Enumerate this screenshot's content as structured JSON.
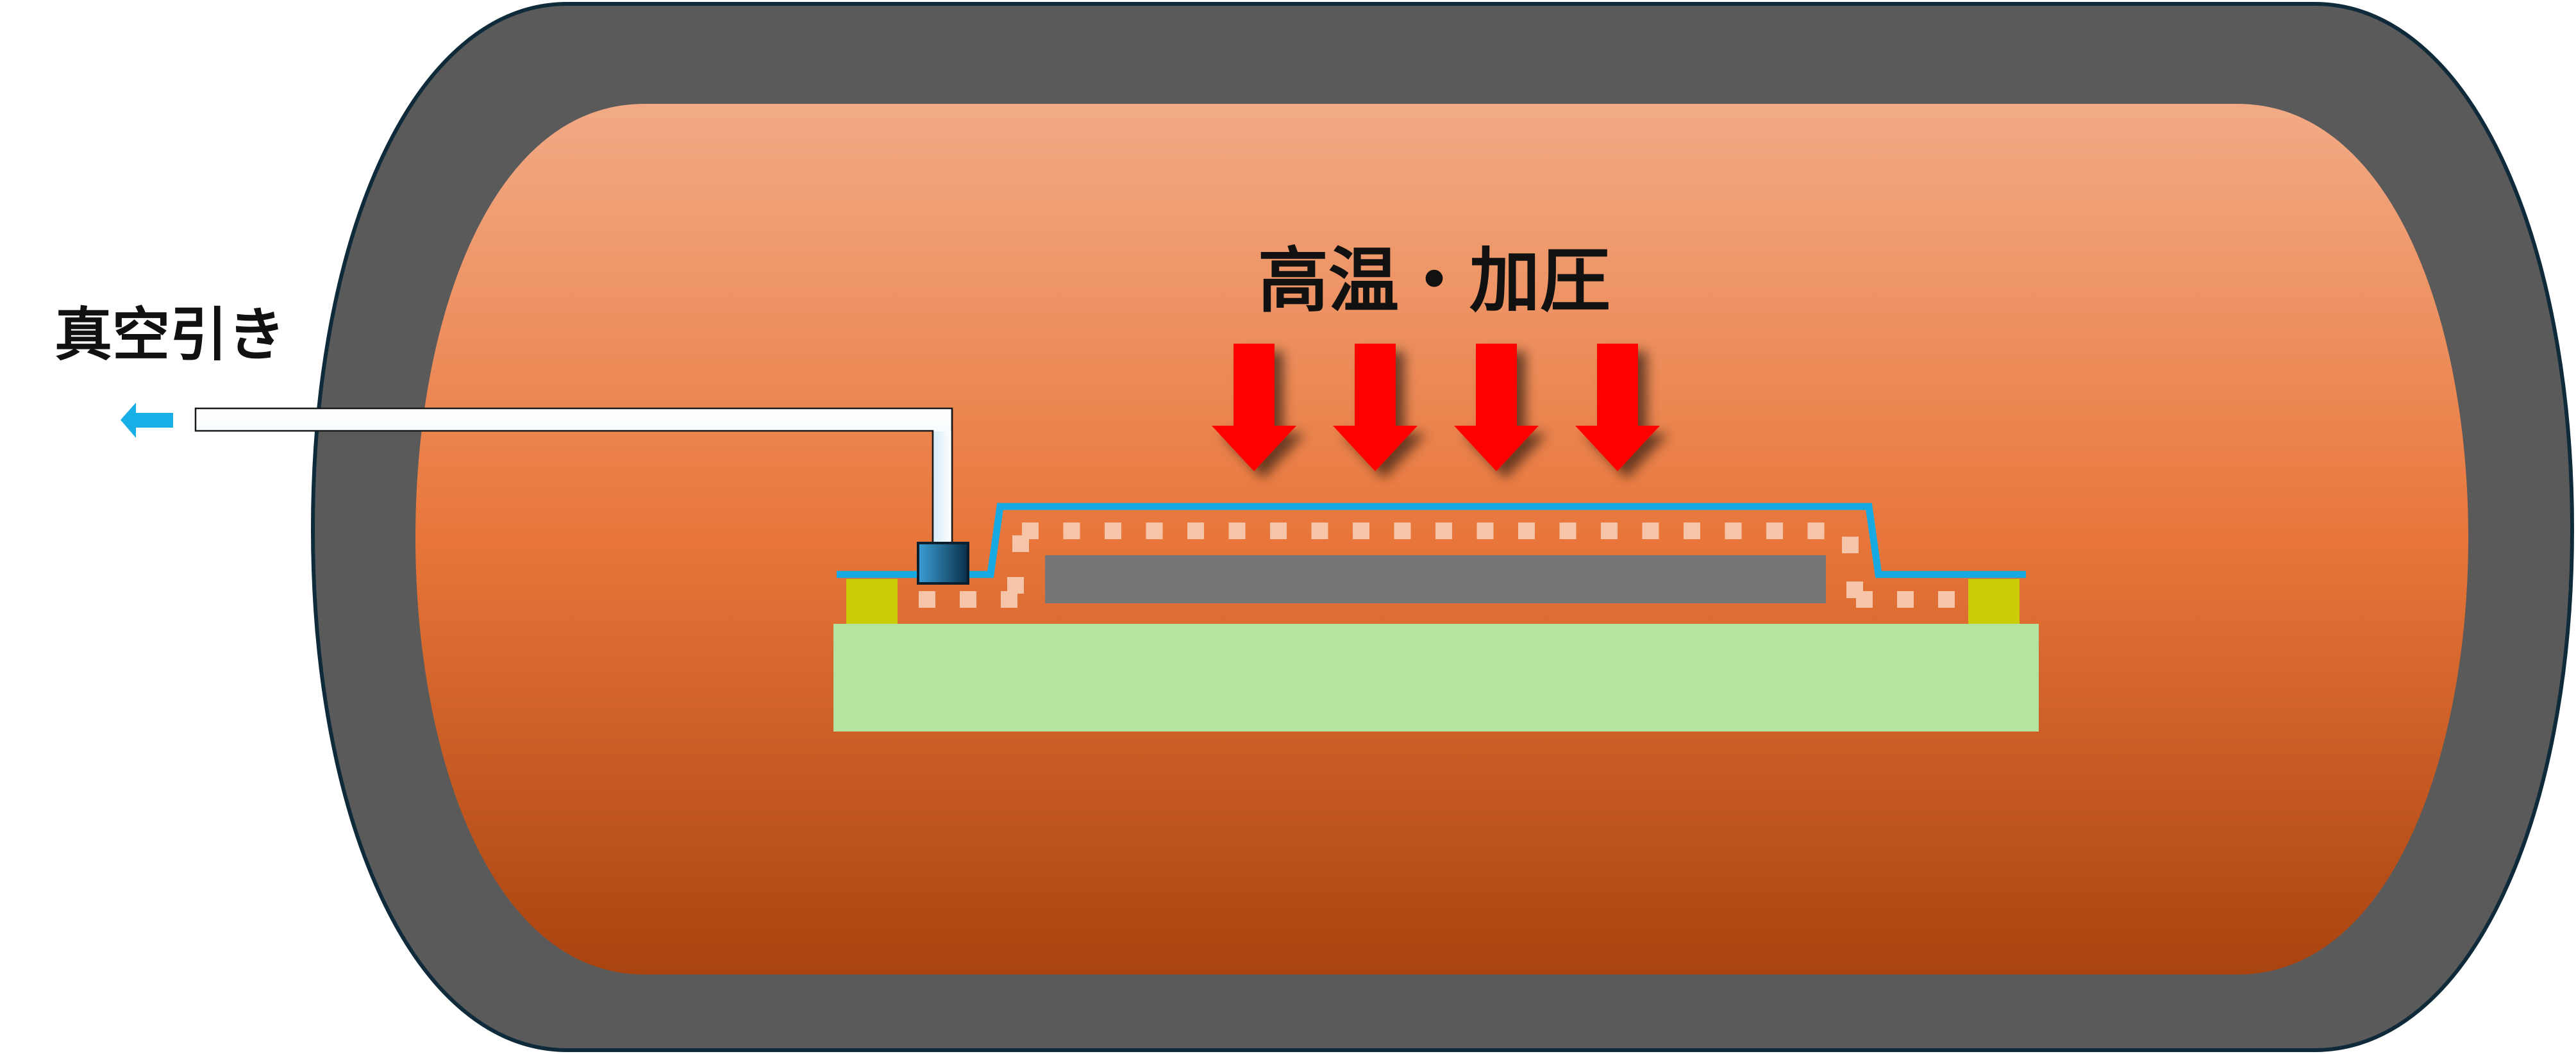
{
  "labels": {
    "vacuum": "真空引き",
    "heat_pressure": "高温・加圧"
  },
  "colors": {
    "vessel_shell": "#5a5a5a",
    "vessel_outline": "#0f2a3a",
    "chamber_top": "#f2ab86",
    "chamber_mid": "#e8763a",
    "chamber_bottom": "#a9430f",
    "tool_plate": "#b5e3a0",
    "sealant_tape": "#c9cc07",
    "bag_film": "#17a9e1",
    "breather": "#f6c4a8",
    "laminate": "#767676",
    "pressure_arrow": "#ff0000",
    "vacuum_arrow": "#18aee6",
    "vacuum_port": "#1f6f9f"
  },
  "icons": {
    "pressure_arrows": "down-arrow-icon",
    "vacuum_direction": "left-arrow-icon",
    "vacuum_port": "valve-icon"
  },
  "pressure_arrow_count": 4
}
